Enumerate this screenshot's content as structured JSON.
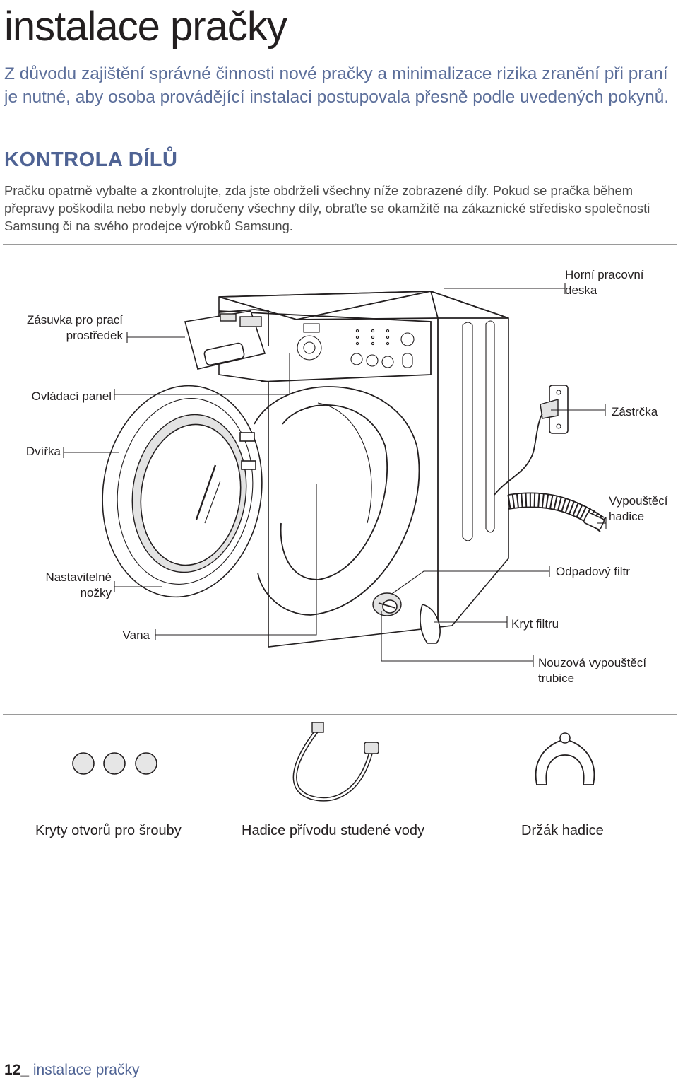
{
  "page": {
    "title": "instalace pračky",
    "intro": "Z důvodu zajištění správné činnosti nové pračky a minimalizace rizika zranění při praní je nutné, aby osoba provádějící instalaci postupovala přesně podle uvedených pokynů.",
    "section_heading": "KONTROLA DÍLŮ",
    "section_text": "Pračku opatrně vybalte a zkontrolujte, zda jste obdrželi všechny níže zobrazené díly. Pokud se pračka během přepravy poškodila nebo nebyly doručeny všechny díly, obraťte se okamžitě na zákaznické středisko společnosti Samsung či na svého prodejce výrobků Samsung."
  },
  "callouts": {
    "top_panel": [
      "Horní pracovní",
      "deska"
    ],
    "drawer": [
      "Zásuvka pro prací",
      "prostředek"
    ],
    "control_panel": "Ovládací panel",
    "plug": "Zástrčka",
    "door": "Dvířka",
    "drain_hose": [
      "Vypouštěcí",
      "hadice"
    ],
    "feet": [
      "Nastavitelné",
      "nožky"
    ],
    "debris_filter": "Odpadový filtr",
    "tub": "Vana",
    "filter_cover": "Kryt filtru",
    "emergency_drain": [
      "Nouzová vypouštěcí",
      "trubice"
    ]
  },
  "accessories": {
    "bolt_caps": "Kryty otvorů pro šrouby",
    "cold_hose": "Hadice přívodu studené vody",
    "hose_guide": "Držák hadice"
  },
  "footer": {
    "page_number": "12_",
    "section": " instalace pračky"
  }
}
